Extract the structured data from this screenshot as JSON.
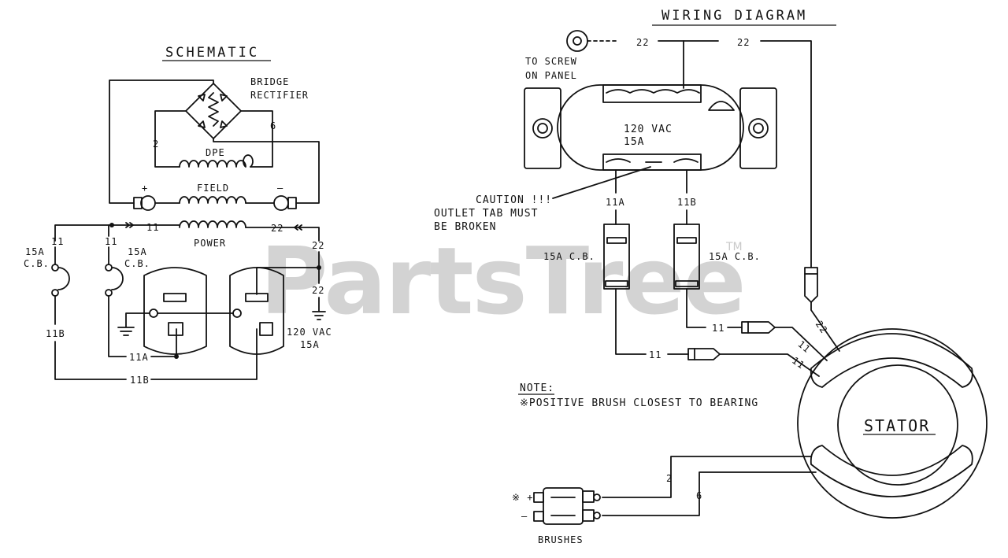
{
  "watermark": {
    "text": "PartsTree",
    "trademark": "TM"
  },
  "schematic": {
    "title": "SCHEMATIC",
    "bridge_rectifier_line1": "BRIDGE",
    "bridge_rectifier_line2": "RECTIFIER",
    "wire_2": "2",
    "wire_6": "6",
    "dpe_label": "DPE",
    "field_label": "FIELD",
    "plus_sign": "+",
    "minus_sign": "–",
    "power_label": "POWER",
    "wire_11_top": "11",
    "wire_22_top": "22",
    "wire_22_right": "22",
    "wire_22_lower": "22",
    "wire_11_left": "11",
    "wire_11_mid": "11",
    "cb_left_line1": "15A",
    "cb_left_line2": "C.B.",
    "cb_right_line1": "15A",
    "cb_right_line2": "C.B.",
    "wire_11b_left": "11B",
    "wire_11a_bottom": "11A",
    "wire_11b_bottom": "11B",
    "outlet_line1": "120 VAC",
    "outlet_line2": "15A"
  },
  "wiring": {
    "title": "WIRING DIAGRAM",
    "wire_22_a": "22",
    "wire_22_b": "22",
    "to_screw_line1": "TO SCREW",
    "to_screw_line2": "ON PANEL",
    "receptacle_line1": "120 VAC",
    "receptacle_line2": "15A",
    "caution_line1": "CAUTION !!!",
    "caution_line2": "OUTLET TAB MUST",
    "caution_line3": "BE BROKEN",
    "wire_11a": "11A",
    "wire_11b": "11B",
    "cb_left": "15A C.B.",
    "cb_right": "15A C.B.",
    "wire_11_upper": "11",
    "wire_11_lower": "11",
    "wire_11_diag_upper": "11",
    "wire_11_diag_lower": "11",
    "wire_22_diag": "22",
    "note_heading": "NOTE:",
    "note_text": "※POSITIVE BRUSH CLOSEST TO BEARING",
    "stator_label": "STATOR",
    "wire_2": "2",
    "wire_6": "6",
    "brush_plus": "※ +",
    "brush_minus": "–",
    "brushes_label": "BRUSHES"
  }
}
